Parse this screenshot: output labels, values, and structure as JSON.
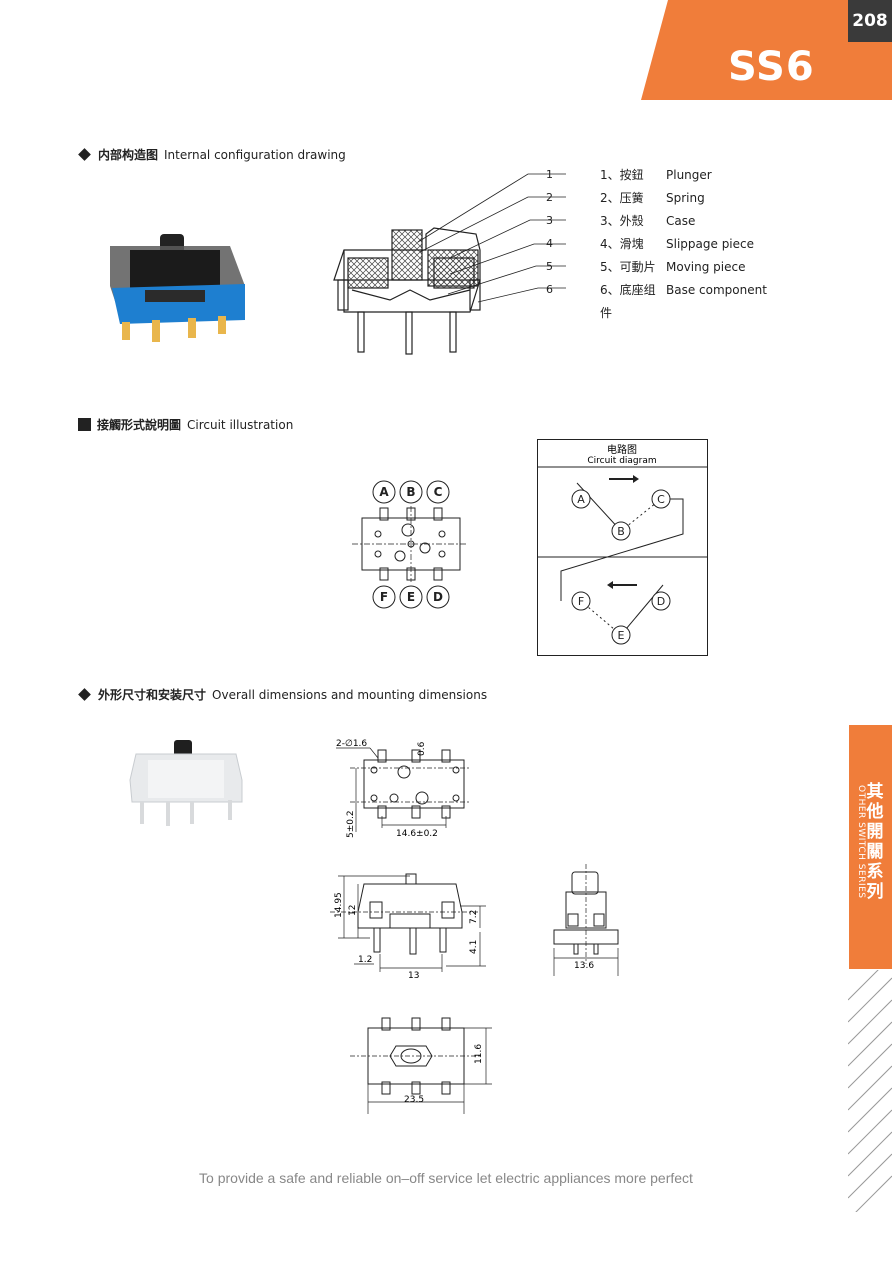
{
  "header": {
    "page_number": "208",
    "model": "SS6",
    "accent_color": "#f07d3a"
  },
  "section_internal": {
    "title_zh": "内部构造图",
    "title_en": "Internal configuration drawing",
    "callout_numbers": [
      "1",
      "2",
      "3",
      "4",
      "5",
      "6"
    ],
    "parts": [
      {
        "zh": "1、按鈕",
        "en": "Plunger"
      },
      {
        "zh": "2、压簧",
        "en": "Spring"
      },
      {
        "zh": "3、外殼",
        "en": "Case"
      },
      {
        "zh": "4、滑塊",
        "en": "Slippage piece"
      },
      {
        "zh": "5、可動片",
        "en": "Moving piece"
      },
      {
        "zh": "6、底座组件",
        "en": "Base component"
      }
    ]
  },
  "section_circuit": {
    "title_zh": "接觸形式說明圖",
    "title_en": "Circuit illustration",
    "pins_top": [
      "A",
      "B",
      "C"
    ],
    "pins_bottom": [
      "F",
      "E",
      "D"
    ],
    "diagram_title_zh": "电路图",
    "diagram_title_en": "Circuit diagram",
    "diagram_nodes": [
      "A",
      "B",
      "C",
      "F",
      "E",
      "D"
    ]
  },
  "section_dimensions": {
    "title_zh": "外形尺寸和安装尺寸",
    "title_en": "Overall dimensions and mounting dimensions",
    "labels": {
      "hole": "2-∅1.6",
      "pitch_small": "0.6",
      "pin_span": "14.6±0.2",
      "row_span": "5±0.2",
      "height_total": "14.95",
      "height_body": "12",
      "height_lower": "7.2",
      "pin_len": "4.1",
      "pin_offset": "1.2",
      "body_len": "13",
      "side_width": "13.6",
      "base_depth": "11.6",
      "base_len": "23.5"
    }
  },
  "side_tab": {
    "zh": "其他開關系列",
    "en": "OTHER SWITCH SERIES"
  },
  "footer": {
    "text": "To provide a safe and reliable on–off service  let electric appliances more perfect"
  }
}
